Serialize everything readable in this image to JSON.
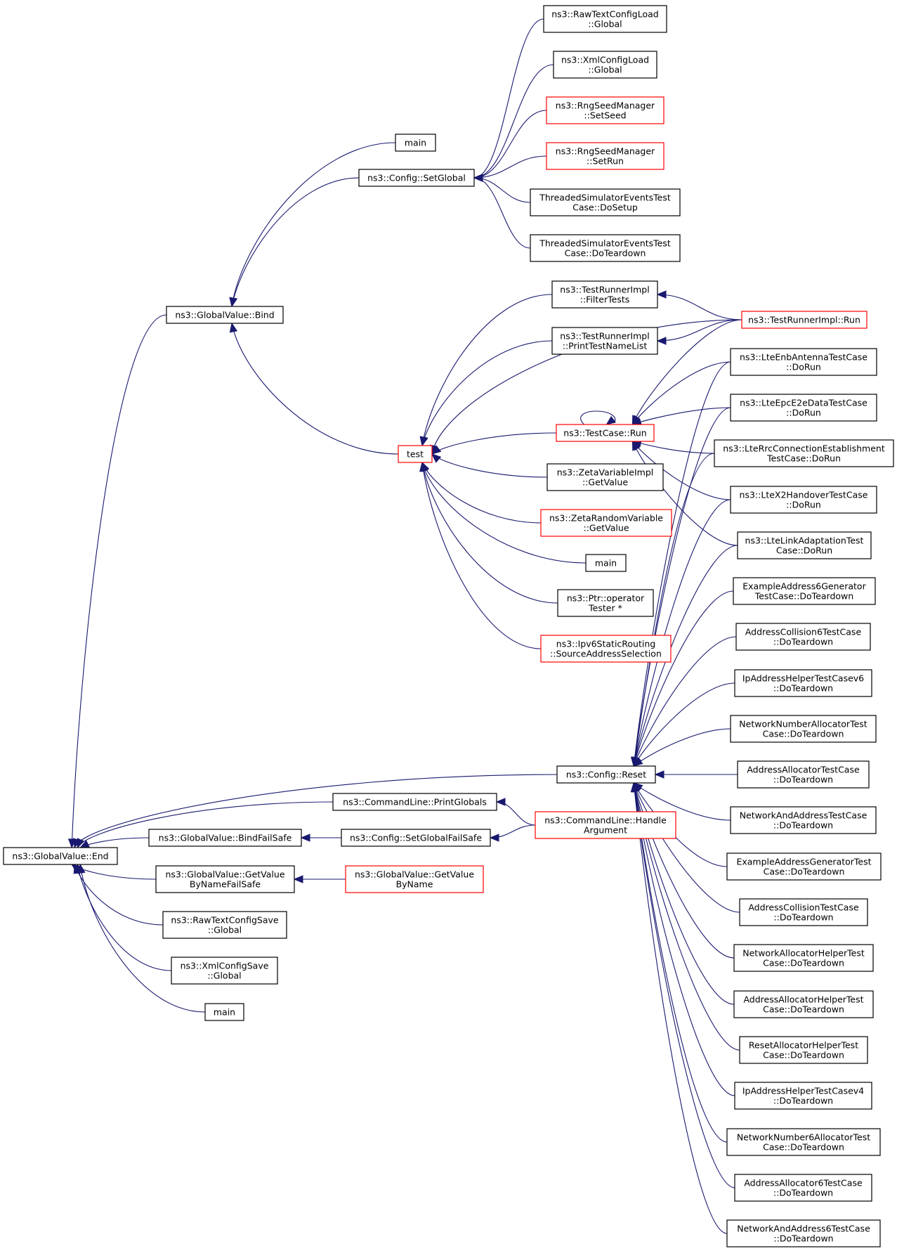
{
  "colors": {
    "edge": "#191970",
    "border_normal": "#000000",
    "border_truncated": "#ff0000",
    "fill_normal": "#ffffff",
    "fill_focus": "#bfbfbf"
  },
  "graph": {
    "focus_node": "end",
    "nodes": [
      {
        "id": "end",
        "lines": [
          "ns3::GlobalValue::End"
        ],
        "style": "focus"
      },
      {
        "id": "bind",
        "lines": [
          "ns3::GlobalValue::Bind"
        ],
        "style": "normal"
      },
      {
        "id": "main1",
        "lines": [
          "main"
        ],
        "style": "normal"
      },
      {
        "id": "setglobal",
        "lines": [
          "ns3::Config::SetGlobal"
        ],
        "style": "normal"
      },
      {
        "id": "rawload",
        "lines": [
          "ns3::RawTextConfigLoad",
          "::Global"
        ],
        "style": "normal"
      },
      {
        "id": "xmlload",
        "lines": [
          "ns3::XmlConfigLoad",
          "::Global"
        ],
        "style": "normal"
      },
      {
        "id": "setseed",
        "lines": [
          "ns3::RngSeedManager",
          "::SetSeed"
        ],
        "style": "truncated"
      },
      {
        "id": "setrun",
        "lines": [
          "ns3::RngSeedManager",
          "::SetRun"
        ],
        "style": "truncated"
      },
      {
        "id": "thrsetup",
        "lines": [
          "ThreadedSimulatorEventsTest",
          "Case::DoSetup"
        ],
        "style": "normal"
      },
      {
        "id": "thrteardown",
        "lines": [
          "ThreadedSimulatorEventsTest",
          "Case::DoTeardown"
        ],
        "style": "normal"
      },
      {
        "id": "test",
        "lines": [
          "test"
        ],
        "style": "truncated"
      },
      {
        "id": "filtertests",
        "lines": [
          "ns3::TestRunnerImpl",
          "::FilterTests"
        ],
        "style": "normal"
      },
      {
        "id": "printtestnames",
        "lines": [
          "ns3::TestRunnerImpl",
          "::PrintTestNameList"
        ],
        "style": "normal"
      },
      {
        "id": "runnerrun",
        "lines": [
          "ns3::TestRunnerImpl::Run"
        ],
        "style": "truncated"
      },
      {
        "id": "testcaserun",
        "lines": [
          "ns3::TestCase::Run"
        ],
        "style": "truncated"
      },
      {
        "id": "zetavarimpl",
        "lines": [
          "ns3::ZetaVariableImpl",
          "::GetValue"
        ],
        "style": "normal"
      },
      {
        "id": "zetarandom",
        "lines": [
          "ns3::ZetaRandomVariable",
          "::GetValue"
        ],
        "style": "truncated"
      },
      {
        "id": "main2",
        "lines": [
          "main"
        ],
        "style": "normal"
      },
      {
        "id": "ptrtester",
        "lines": [
          "ns3::Ptr::operator",
          "Tester *"
        ],
        "style": "normal"
      },
      {
        "id": "ipv6static",
        "lines": [
          "ns3::Ipv6StaticRouting",
          "::SourceAddressSelection"
        ],
        "style": "truncated"
      },
      {
        "id": "lteenb",
        "lines": [
          "ns3::LteEnbAntennaTestCase",
          "::DoRun"
        ],
        "style": "normal"
      },
      {
        "id": "lteepc",
        "lines": [
          "ns3::LteEpcE2eDataTestCase",
          "::DoRun"
        ],
        "style": "normal"
      },
      {
        "id": "lterrc",
        "lines": [
          "ns3::LteRrcConnectionEstablishment",
          "TestCase::DoRun"
        ],
        "style": "normal"
      },
      {
        "id": "ltex2",
        "lines": [
          "ns3::LteX2HandoverTestCase",
          "::DoRun"
        ],
        "style": "normal"
      },
      {
        "id": "ltelink",
        "lines": [
          "ns3::LteLinkAdaptationTest",
          "Case::DoRun"
        ],
        "style": "normal"
      },
      {
        "id": "configreset",
        "lines": [
          "ns3::Config::Reset"
        ],
        "style": "normal"
      },
      {
        "id": "td1",
        "lines": [
          "ExampleAddress6Generator",
          "TestCase::DoTeardown"
        ],
        "style": "normal"
      },
      {
        "id": "td2",
        "lines": [
          "AddressCollision6TestCase",
          "::DoTeardown"
        ],
        "style": "normal"
      },
      {
        "id": "td3",
        "lines": [
          "IpAddressHelperTestCasev6",
          "::DoTeardown"
        ],
        "style": "normal"
      },
      {
        "id": "td4",
        "lines": [
          "NetworkNumberAllocatorTest",
          "Case::DoTeardown"
        ],
        "style": "normal"
      },
      {
        "id": "td5",
        "lines": [
          "AddressAllocatorTestCase",
          "::DoTeardown"
        ],
        "style": "normal"
      },
      {
        "id": "td6",
        "lines": [
          "NetworkAndAddressTestCase",
          "::DoTeardown"
        ],
        "style": "normal"
      },
      {
        "id": "td7",
        "lines": [
          "ExampleAddressGeneratorTest",
          "Case::DoTeardown"
        ],
        "style": "normal"
      },
      {
        "id": "td8",
        "lines": [
          "AddressCollisionTestCase",
          "::DoTeardown"
        ],
        "style": "normal"
      },
      {
        "id": "td9",
        "lines": [
          "NetworkAllocatorHelperTest",
          "Case::DoTeardown"
        ],
        "style": "normal"
      },
      {
        "id": "td10",
        "lines": [
          "AddressAllocatorHelperTest",
          "Case::DoTeardown"
        ],
        "style": "normal"
      },
      {
        "id": "td11",
        "lines": [
          "ResetAllocatorHelperTest",
          "Case::DoTeardown"
        ],
        "style": "normal"
      },
      {
        "id": "td12",
        "lines": [
          "IpAddressHelperTestCasev4",
          "::DoTeardown"
        ],
        "style": "normal"
      },
      {
        "id": "td13",
        "lines": [
          "NetworkNumber6AllocatorTest",
          "Case::DoTeardown"
        ],
        "style": "normal"
      },
      {
        "id": "td14",
        "lines": [
          "AddressAllocator6TestCase",
          "::DoTeardown"
        ],
        "style": "normal"
      },
      {
        "id": "td15",
        "lines": [
          "NetworkAndAddress6TestCase",
          "::DoTeardown"
        ],
        "style": "normal"
      },
      {
        "id": "printglobals",
        "lines": [
          "ns3::CommandLine::PrintGlobals"
        ],
        "style": "normal"
      },
      {
        "id": "handlearg",
        "lines": [
          "ns3::CommandLine::Handle",
          "Argument"
        ],
        "style": "truncated"
      },
      {
        "id": "bindfailsafe",
        "lines": [
          "ns3::GlobalValue::BindFailSafe"
        ],
        "style": "normal"
      },
      {
        "id": "setglobalfs",
        "lines": [
          "ns3::Config::SetGlobalFailSafe"
        ],
        "style": "normal"
      },
      {
        "id": "getvaluebynamefs",
        "lines": [
          "ns3::GlobalValue::GetValue",
          "ByNameFailSafe"
        ],
        "style": "normal"
      },
      {
        "id": "getvaluebyname",
        "lines": [
          "ns3::GlobalValue::GetValue",
          "ByName"
        ],
        "style": "truncated"
      },
      {
        "id": "rawsave",
        "lines": [
          "ns3::RawTextConfigSave",
          "::Global"
        ],
        "style": "normal"
      },
      {
        "id": "xmlsave",
        "lines": [
          "ns3::XmlConfigSave",
          "::Global"
        ],
        "style": "normal"
      },
      {
        "id": "main3",
        "lines": [
          "main"
        ],
        "style": "normal"
      }
    ],
    "edges": [
      [
        "bind",
        "end"
      ],
      [
        "configreset",
        "end"
      ],
      [
        "printglobals",
        "end"
      ],
      [
        "bindfailsafe",
        "end"
      ],
      [
        "getvaluebynamefs",
        "end"
      ],
      [
        "rawsave",
        "end"
      ],
      [
        "xmlsave",
        "end"
      ],
      [
        "main3",
        "end"
      ],
      [
        "main1",
        "bind"
      ],
      [
        "setglobal",
        "bind"
      ],
      [
        "test",
        "bind"
      ],
      [
        "rawload",
        "setglobal"
      ],
      [
        "xmlload",
        "setglobal"
      ],
      [
        "setseed",
        "setglobal"
      ],
      [
        "setrun",
        "setglobal"
      ],
      [
        "thrsetup",
        "setglobal"
      ],
      [
        "thrteardown",
        "setglobal"
      ],
      [
        "filtertests",
        "test"
      ],
      [
        "printtestnames",
        "test"
      ],
      [
        "runnerrun",
        "test"
      ],
      [
        "testcaserun",
        "test"
      ],
      [
        "zetavarimpl",
        "test"
      ],
      [
        "zetarandom",
        "test"
      ],
      [
        "main2",
        "test"
      ],
      [
        "ptrtester",
        "test"
      ],
      [
        "ipv6static",
        "test"
      ],
      [
        "runnerrun",
        "filtertests"
      ],
      [
        "runnerrun",
        "printtestnames"
      ],
      [
        "testcaserun",
        "testcaserun"
      ],
      [
        "runnerrun",
        "testcaserun"
      ],
      [
        "lteenb",
        "testcaserun"
      ],
      [
        "lteepc",
        "testcaserun"
      ],
      [
        "lterrc",
        "testcaserun"
      ],
      [
        "ltex2",
        "testcaserun"
      ],
      [
        "ltelink",
        "testcaserun"
      ],
      [
        "lteenb",
        "configreset"
      ],
      [
        "lteepc",
        "configreset"
      ],
      [
        "lterrc",
        "configreset"
      ],
      [
        "ltex2",
        "configreset"
      ],
      [
        "ltelink",
        "configreset"
      ],
      [
        "td1",
        "configreset"
      ],
      [
        "td2",
        "configreset"
      ],
      [
        "td3",
        "configreset"
      ],
      [
        "td4",
        "configreset"
      ],
      [
        "td5",
        "configreset"
      ],
      [
        "td6",
        "configreset"
      ],
      [
        "td7",
        "configreset"
      ],
      [
        "td8",
        "configreset"
      ],
      [
        "td9",
        "configreset"
      ],
      [
        "td10",
        "configreset"
      ],
      [
        "td11",
        "configreset"
      ],
      [
        "td12",
        "configreset"
      ],
      [
        "td13",
        "configreset"
      ],
      [
        "td14",
        "configreset"
      ],
      [
        "td15",
        "configreset"
      ],
      [
        "handlearg",
        "printglobals"
      ],
      [
        "setglobalfs",
        "bindfailsafe"
      ],
      [
        "handlearg",
        "setglobalfs"
      ],
      [
        "getvaluebyname",
        "getvaluebynamefs"
      ]
    ]
  }
}
